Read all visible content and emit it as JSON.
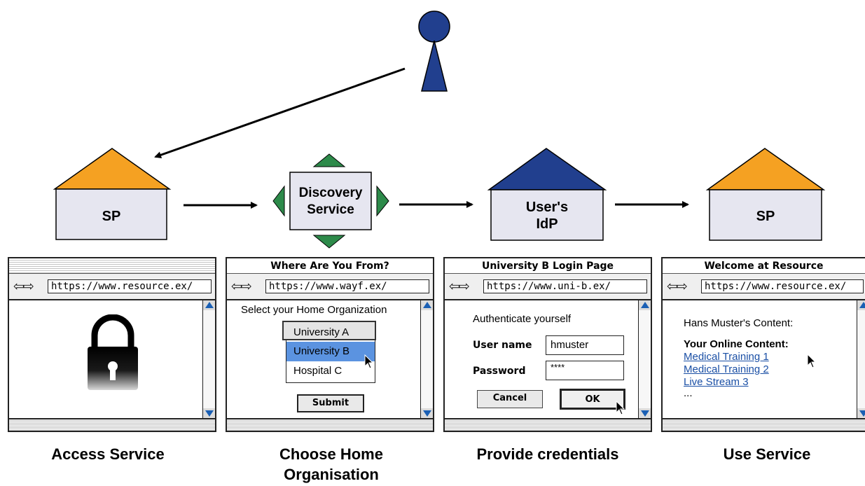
{
  "nodes": {
    "sp_start": "SP",
    "discovery": [
      "Discovery",
      "Service"
    ],
    "idp": [
      "User's",
      "IdP"
    ],
    "sp_end": "SP"
  },
  "windows": [
    {
      "title": "",
      "url": "https://www.resource.ex/",
      "icon": "lock-icon",
      "caption": "Access Service"
    },
    {
      "title": "Where Are You From?",
      "url": "https://www.wayf.ex/",
      "prompt": "Select your Home Organization",
      "options": [
        "University A",
        "University B",
        "Hospital C"
      ],
      "selected": "University B",
      "submit_label": "Submit",
      "caption_lines": [
        "Choose Home",
        "Organisation"
      ]
    },
    {
      "title": "University B Login Page",
      "url": "https://www.uni-b.ex/",
      "heading": "Authenticate yourself",
      "username_label": "User name",
      "username_value": "hmuster",
      "password_label": "Password",
      "password_value": "****",
      "cancel_label": "Cancel",
      "ok_label": "OK",
      "caption": "Provide credentials"
    },
    {
      "title": "Welcome at Resource",
      "url": "https://www.resource.ex/",
      "greeting": "Hans Muster's Content:",
      "content_heading": "Your Online Content:",
      "links": [
        "Medical Training 1",
        "Medical Training 2",
        "Live Stream 3"
      ],
      "ellipsis": "...",
      "caption": "Use Service"
    }
  ],
  "colors": {
    "sp_roof": "#f5a122",
    "idp_roof": "#213f8e",
    "user": "#213f8e",
    "discovery_arrows": "#2d8a4a",
    "box_fill": "#e6e6f0",
    "selection": "#5b93e0"
  }
}
